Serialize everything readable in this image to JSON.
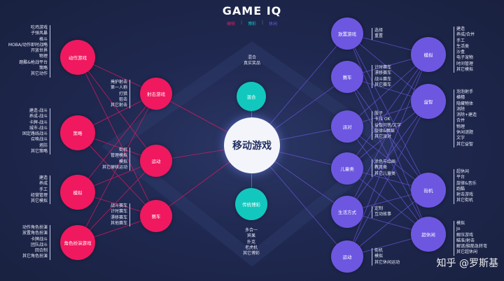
{
  "title": "GAME IQ",
  "legend": [
    {
      "label": "硬核",
      "color": "#f0185f"
    },
    {
      "label": "博彩",
      "color": "#12c8be"
    },
    {
      "label": "休闲",
      "color": "#6d57e0"
    }
  ],
  "center": "移动游戏",
  "teal_nodes": [
    {
      "label": "混合",
      "items": [
        "混合",
        "真实奖品"
      ]
    },
    {
      "label": "传统博彩",
      "items": [
        "多合一",
        "宾果",
        "扑克",
        "老虎机",
        "其它博彩"
      ]
    }
  ],
  "left_nodes": [
    {
      "label": "动作游戏",
      "items": [
        "吃鸡游戏",
        "子弹风暴",
        "格斗",
        "MOBA/动作即时战略",
        "开放世界",
        "物理",
        "跑酷&枪战平台",
        "策略",
        "其它动作"
      ]
    },
    {
      "label": "策略",
      "items": [
        "建造-战斗",
        "养成-战斗",
        "卡牌-战斗",
        "城市-战斗",
        "固定路线战斗",
        "召唤战斗",
        "塔防",
        "其它策略"
      ]
    },
    {
      "label": "模拟",
      "items": [
        "建造",
        "养成",
        "手工",
        "经营管理",
        "其它模拟"
      ]
    },
    {
      "label": "角色扮演游戏",
      "items": [
        "动作角色扮演",
        "放置角色扮演",
        "卡牌战斗",
        "团队战斗",
        "回合制",
        "其它角色扮演"
      ]
    }
  ],
  "inner_left_nodes": [
    {
      "label": "射击游戏",
      "items": [
        "掩护射击",
        "第一人称",
        "打猎",
        "狙击",
        "其它射击"
      ]
    },
    {
      "label": "运动",
      "items": [
        "街机",
        "管理模拟",
        "模拟",
        "其它硬核运动"
      ]
    },
    {
      "label": "赛车",
      "items": [
        "战斗赛车",
        "计时赛车",
        "漂移赛车",
        "其他赛车"
      ]
    }
  ],
  "inner_right_nodes": [
    {
      "label": "放置游戏",
      "items": [
        "选择",
        "重置"
      ]
    },
    {
      "label": "赛车",
      "items": [
        "计时赛车",
        "漂移赛车",
        "战斗赛车",
        "其它赛车"
      ]
    },
    {
      "label": "派对",
      "items": [
        "骰子",
        "卡拉 OK",
        "益智问答/文字",
        "旋律&舞蹈",
        "其它派对"
      ]
    },
    {
      "label": "儿童类",
      "items": [
        "涂色与绘画",
        "教育类",
        "其它儿童类"
      ]
    },
    {
      "label": "生活方式",
      "items": [
        "定制",
        "互动故事"
      ]
    },
    {
      "label": "运动",
      "items": [
        "街机",
        "模拟",
        "其它休闲运动"
      ]
    }
  ],
  "outer_right_nodes": [
    {
      "label": "模拟",
      "items": [
        "建造",
        "养成/合并",
        "手工",
        "生活类",
        "沙盒",
        "电子宠物",
        "时间管理",
        "其它模拟"
      ]
    },
    {
      "label": "益智",
      "items": [
        "泡泡射手",
        "横穗",
        "隐藏物体",
        "消除",
        "消除+建造",
        "合并",
        "物理",
        "休闲谜题",
        "文字",
        "其它益智"
      ]
    },
    {
      "label": "街机",
      "items": [
        "超休闲",
        "平台",
        "旋律&音乐",
        "跑酷",
        "射击游戏",
        "其它街机"
      ]
    },
    {
      "label": "超休闲",
      "items": [
        "模拟",
        "Jo",
        "解压游戏",
        "瞄准/射击",
        "解谜/脑筋急转弯",
        "其它超休闲"
      ]
    }
  ],
  "watermark": "知乎 @罗斯基"
}
